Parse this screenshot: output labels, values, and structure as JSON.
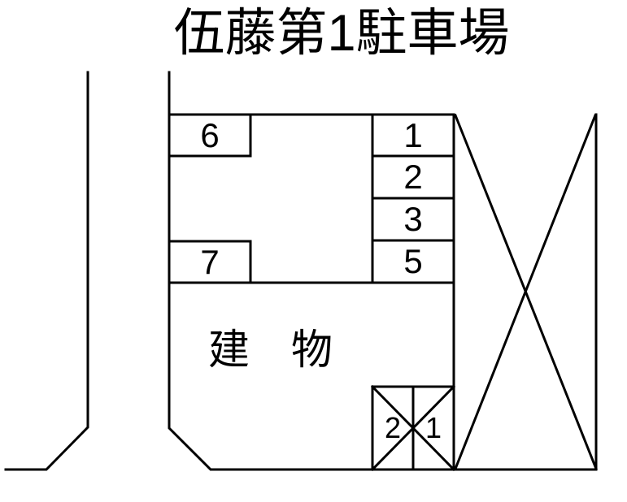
{
  "title": "伍藤第1駐車場",
  "building": {
    "label": "建　物"
  },
  "spaces": {
    "right_column": [
      "1",
      "2",
      "3",
      "5"
    ],
    "left_top": "6",
    "left_bottom": "7",
    "crossed_left": "2",
    "crossed_right": "1"
  },
  "colors": {
    "line": "#000000",
    "background": "#ffffff",
    "text": "#000000"
  }
}
